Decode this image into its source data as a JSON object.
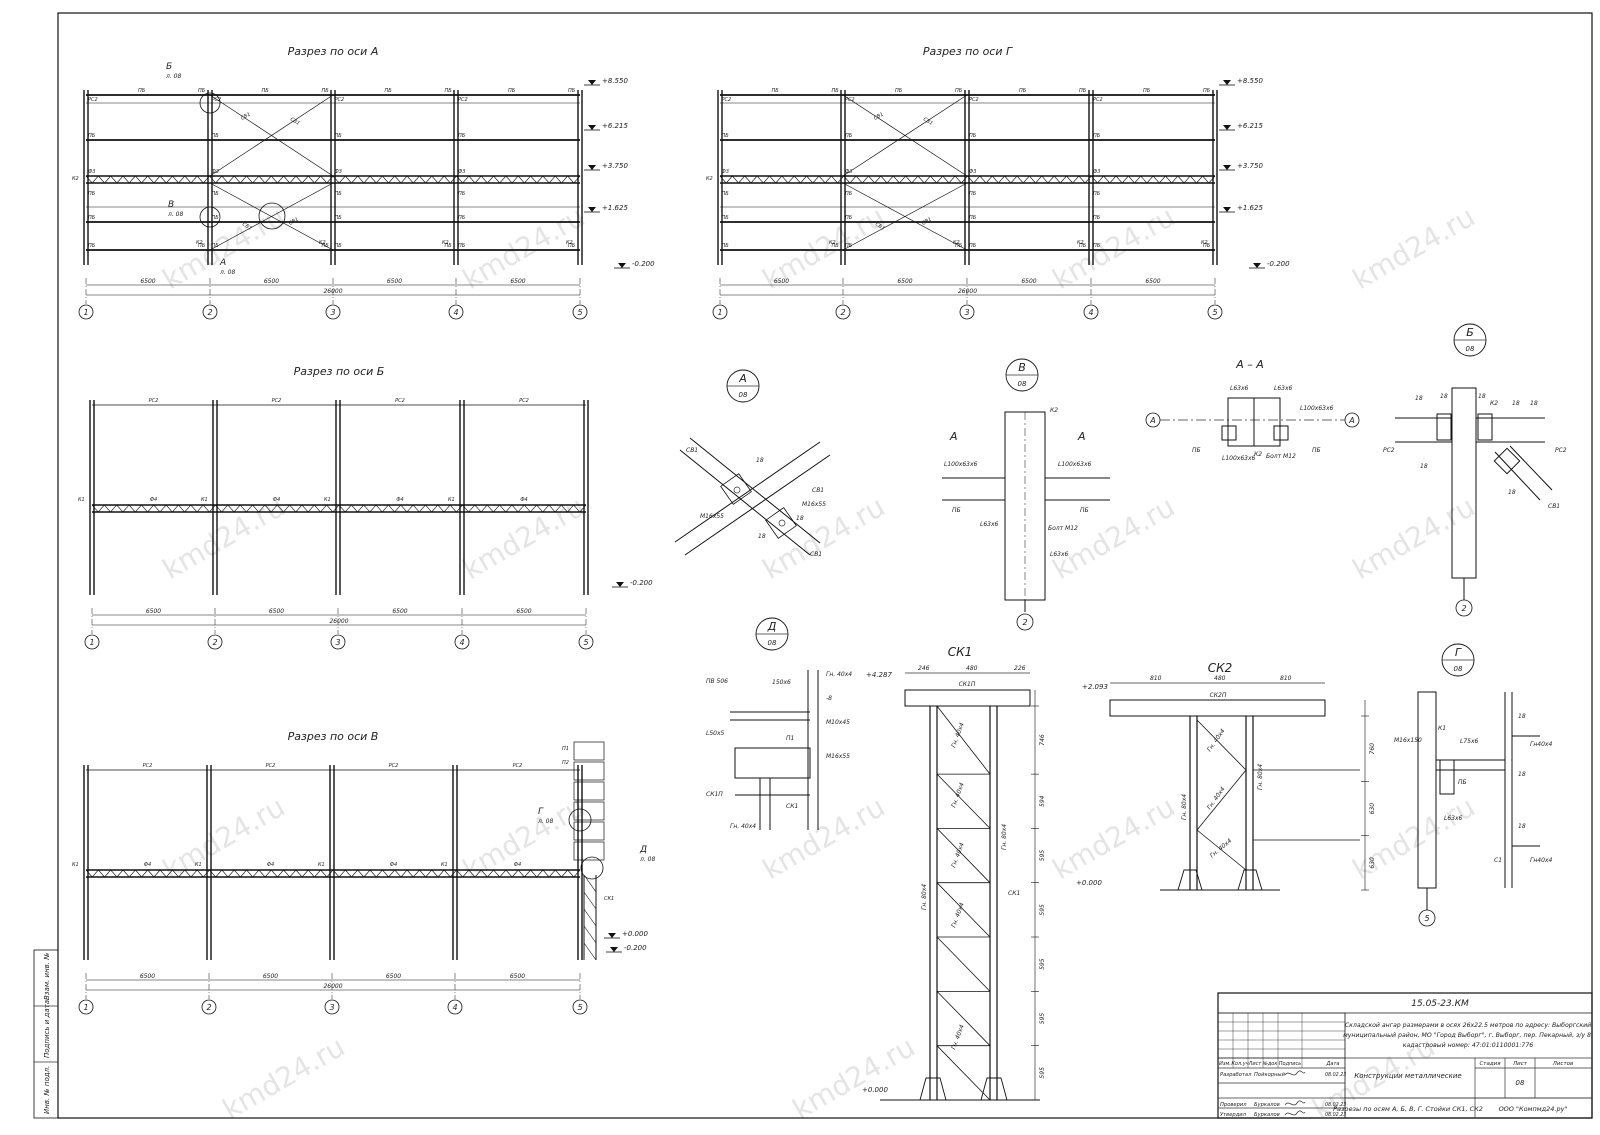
{
  "drawing": {
    "sections": {
      "A": {
        "title": "Разрез по оси А",
        "levels": [
          "+8.550",
          "+6.215",
          "+3.750",
          "+1.625",
          "-0.200"
        ],
        "spans": [
          "6500",
          "6500",
          "6500",
          "6500"
        ],
        "total": "26000",
        "axes": [
          "1",
          "2",
          "3",
          "4",
          "5"
        ],
        "members": {
          "top": "ПБ",
          "rc": "РС2",
          "sv": "СВ1",
          "f": "Ф3",
          "k": "К2"
        },
        "callouts": [
          {
            "letter": "Б",
            "sheet": "л. 08"
          },
          {
            "letter": "В",
            "sheet": "л. 08"
          },
          {
            "letter": "А",
            "sheet": "л. 08"
          }
        ]
      },
      "G": {
        "title": "Разрез по оси Г",
        "levels": [
          "+8.550",
          "+6.215",
          "+3.750",
          "+1.625",
          "-0.200"
        ],
        "spans": [
          "6500",
          "6500",
          "6500",
          "6500"
        ],
        "total": "26000",
        "axes": [
          "1",
          "2",
          "3",
          "4",
          "5"
        ],
        "members": {
          "top": "ПБ",
          "rc": "РС2",
          "sv": "СВ1",
          "f": "Ф3",
          "k": "К2"
        }
      },
      "B": {
        "title": "Разрез по оси Б",
        "levels": [
          "-0.200"
        ],
        "spans": [
          "6500",
          "6500",
          "6500",
          "6500"
        ],
        "total": "26000",
        "axes": [
          "1",
          "2",
          "3",
          "4",
          "5"
        ],
        "members": {
          "rc": "РС2",
          "f": "Ф4",
          "k": "К1"
        }
      },
      "V": {
        "title": "Разрез по оси В",
        "levels": [
          "-0.200",
          "+0.000"
        ],
        "spans": [
          "6500",
          "6500",
          "6500",
          "6500"
        ],
        "total": "26000",
        "axes": [
          "1",
          "2",
          "3",
          "4",
          "5"
        ],
        "members": {
          "rc": "РС2",
          "f": "Ф4",
          "k": "К1",
          "sk": "СК1",
          "p1": "П1",
          "p2": "П2"
        },
        "callouts": [
          {
            "letter": "Г",
            "sheet": "л. 08"
          },
          {
            "letter": "Д",
            "sheet": "л. 08"
          }
        ]
      }
    },
    "nodes": {
      "A": {
        "letter": "А",
        "sheet": "08",
        "labels": [
          "СВ1",
          "18",
          "М16х55",
          "М16х55",
          "СВ1",
          "18",
          "СВ1",
          "18"
        ]
      },
      "V": {
        "letter": "В",
        "sheet": "08",
        "labels": [
          "К2",
          "L100х63х6",
          "L100х63х6",
          "ПБ",
          "ПБ",
          "L63х6",
          "Болт М12",
          "L63х6"
        ],
        "cut": "А",
        "axis": "2"
      },
      "AA": {
        "title": "А – А",
        "labels": [
          "L63х6",
          "L63х6",
          "L100х63х6",
          "L100х63х6",
          "К2",
          "Болт М12",
          "ПБ",
          "ПБ"
        ],
        "axis": "А"
      },
      "B": {
        "letter": "Б",
        "sheet": "08",
        "labels": [
          "18",
          "18",
          "18",
          "К2",
          "18",
          "18",
          "РС2",
          "РС2",
          "18",
          "18",
          "СВ1"
        ],
        "axis": "2"
      },
      "D": {
        "letter": "Д",
        "sheet": "08",
        "labels": [
          "ПВ 506",
          "Гн. 40х4",
          "150х6",
          "-8",
          "L50х5",
          "М10х45",
          "П1",
          "М16х55",
          "СК1",
          "СК1П",
          "Гн. 40х4"
        ]
      },
      "G": {
        "letter": "Г",
        "sheet": "08",
        "labels": [
          "К1",
          "18",
          "М16х150",
          "L75х6",
          "Гн40х4",
          "18",
          "ПБ",
          "L63х6",
          "18",
          "С1",
          "Гн40х4"
        ],
        "axis": "5"
      }
    },
    "sk1": {
      "title": "СК1",
      "top_level": "+4.287",
      "bottom_level": "+0.000",
      "top_dims": [
        "246",
        "480",
        "226"
      ],
      "cap": "СК1П",
      "heights": [
        "746",
        "594",
        "595",
        "595",
        "595",
        "595",
        "595"
      ],
      "labels": [
        "Гн. 40х4",
        "Гн. 40х4",
        "Гн. 40х4",
        "Гн. 40х4",
        "Гн. 40х4",
        "Гн. 80х4",
        "Гн. 80х4",
        "СК1"
      ]
    },
    "sk2": {
      "title": "СК2",
      "top_level": "+2.093",
      "bottom_level": "+0.000",
      "top_dims": [
        "810",
        "480",
        "810"
      ],
      "cap": "СК2П",
      "heights": [
        "760",
        "630",
        "630"
      ],
      "labels": [
        "Гн. 40х4",
        "Гн. 40х4",
        "Гн. 40х4",
        "Гн. 80х4",
        "Гн. 80х4"
      ]
    },
    "watermark": "kmd24.ru",
    "stamp": {
      "code": "15.05-23.КМ",
      "project": [
        "Складской ангар размерами в осях 26х22.5 метров по адресу: Выборгский",
        "муниципальный район, МО \"Город Выборг\", г. Выборг, пер. Пекарный, з/у 8,",
        "кадастровый номер: 47:01:0110001:776"
      ],
      "section": "Конструкции металлические",
      "sheet_title": "Разрезы по осям А, Б, В, Г. Стойки СК1, СК2",
      "company": "ООО \"Компмд24.ру\"",
      "headers": [
        "Изм.",
        "Кол.уч",
        "Лист",
        "№док",
        "Подпись",
        "Дата"
      ],
      "stage_headers": [
        "Стадия",
        "Лист",
        "Листов"
      ],
      "sheet_no": "08",
      "roles": [
        {
          "role": "Разработал",
          "name": "Пойкорный",
          "date": "08.02.23"
        },
        {
          "role": "Проверил",
          "name": "Буркалов",
          "date": "08.02.23"
        },
        {
          "role": "Утвердил",
          "name": "Буркалов",
          "date": "08.02.23"
        }
      ],
      "side": [
        "Инв. № подл.",
        "Подпись и дата",
        "Взам. инв. №"
      ]
    }
  }
}
